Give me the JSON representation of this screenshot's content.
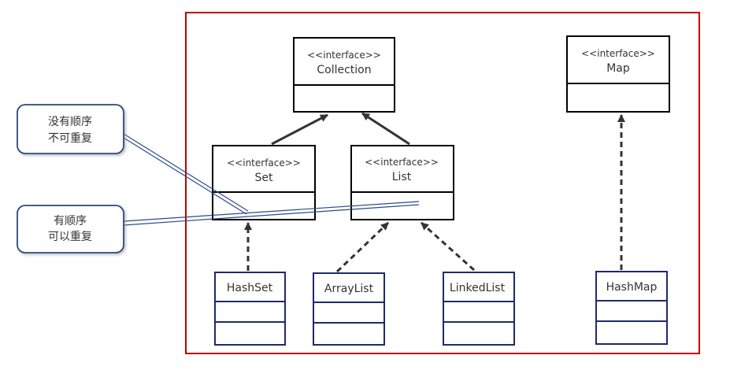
{
  "diagram": {
    "interfaces": [
      {
        "id": "collection",
        "stereotype": "<<interface>>",
        "name": "Collection"
      },
      {
        "id": "map",
        "stereotype": "<<interface>>",
        "name": "Map"
      },
      {
        "id": "set",
        "stereotype": "<<interface>>",
        "name": "Set"
      },
      {
        "id": "list",
        "stereotype": "<<interface>>",
        "name": "List"
      }
    ],
    "classes": [
      {
        "id": "hashset",
        "name": "HashSet"
      },
      {
        "id": "arraylist",
        "name": "ArrayList"
      },
      {
        "id": "linkedlist",
        "name": "LinkedList"
      },
      {
        "id": "hashmap",
        "name": "HashMap"
      }
    ],
    "callouts": [
      {
        "id": "set-note",
        "lines": [
          "没有顺序",
          "不可重复"
        ]
      },
      {
        "id": "list-note",
        "lines": [
          "有顺序",
          "可以重复"
        ]
      }
    ],
    "colors": {
      "frame": "#c00000",
      "interface_border": "#000000",
      "class_border": "#1f2a6b",
      "callout_border": "#2c4a7a",
      "pointer_line": "#2c4a8a",
      "text": "#333333"
    }
  }
}
